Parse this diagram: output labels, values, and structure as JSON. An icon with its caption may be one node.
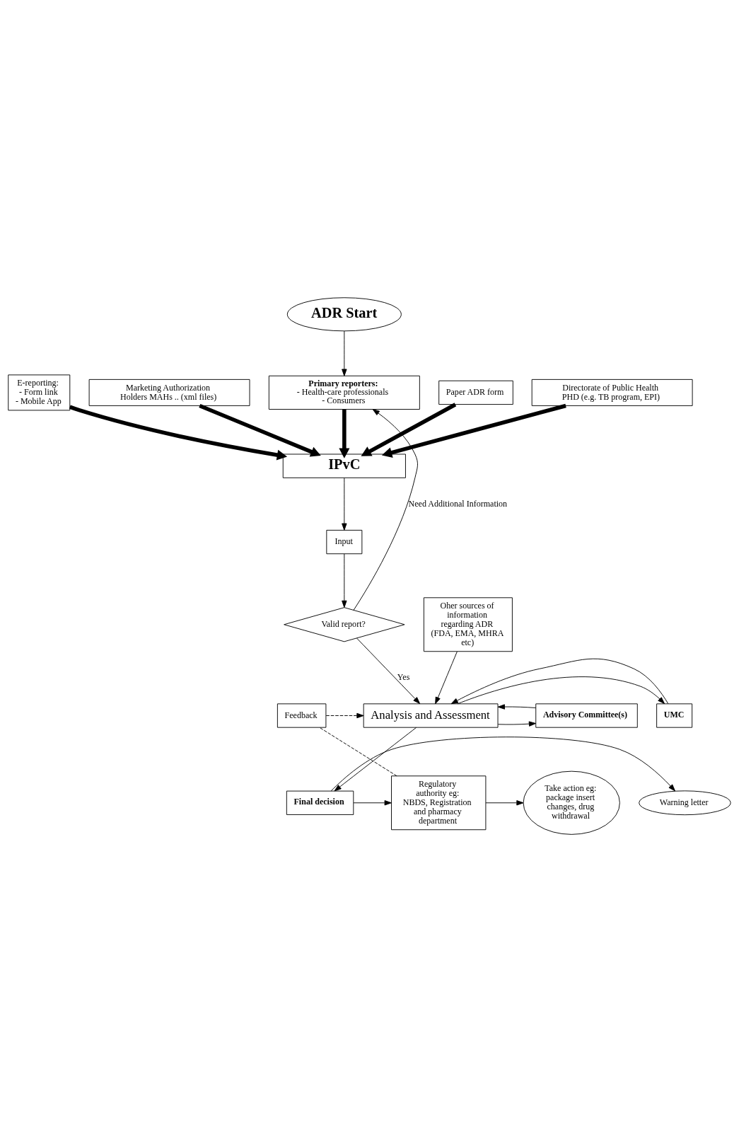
{
  "diagram": {
    "nodes": [
      {
        "text": [
          "ADR Start"
        ]
      },
      {
        "text": [
          "Primary reporters:",
          "- Health-care professionals",
          "- Consumers"
        ]
      },
      {
        "text": [
          "Paper ADR form"
        ]
      },
      {
        "text": [
          "Directorate of Public Health PHD (e.g. TB program, EPI)"
        ]
      },
      {
        "text": [
          "E-reporting:",
          "- Form link",
          "- Mobile App"
        ]
      },
      {
        "text": [
          "Marketing Authorization Holders MAHs .. (xml files)"
        ]
      },
      {
        "text": [
          "IPvC"
        ]
      },
      {
        "text": [
          "Input"
        ]
      },
      {
        "text": [
          "Valid report?"
        ]
      },
      {
        "text": [
          "Oher sources of information regarding ADR (FDA, EMA, MHRA etc)"
        ]
      },
      {
        "text": [
          "Analysis and Assessment"
        ]
      },
      {
        "text": [
          "UMC"
        ]
      },
      {
        "text": [
          "Advisory Committee(s)"
        ]
      },
      {
        "text": [
          "Feedback"
        ]
      },
      {
        "text": [
          "Regulatory authority eg: NBDS, Registration and pharmacy department"
        ]
      },
      {
        "text": [
          "Final decision"
        ]
      },
      {
        "text": [
          "Take action eg: package insert changes, drug withdrawal"
        ]
      },
      {
        "text": [
          "Warning letter"
        ]
      }
    ],
    "edges": [
      {
        "from": 0,
        "to": 1,
        "arrow": "to"
      },
      {
        "from": 1,
        "to": 6,
        "arrow": "to",
        "style": "thick"
      },
      {
        "from": 2,
        "to": 6,
        "arrow": "to",
        "style": "thick"
      },
      {
        "from": 3,
        "to": 6,
        "arrow": "to",
        "style": "thick"
      },
      {
        "from": 4,
        "to": 6,
        "arrow": "to",
        "style": "thick"
      },
      {
        "from": 5,
        "to": 6,
        "arrow": "to",
        "style": "thick"
      },
      {
        "from": 6,
        "to": 7,
        "arrow": "to"
      },
      {
        "from": 7,
        "to": 8,
        "arrow": "to"
      },
      {
        "from": 8,
        "to": 1,
        "arrow": "to",
        "label": "Need Additional Information"
      },
      {
        "from": 8,
        "to": 10,
        "arrow": "to",
        "label": "Yes"
      },
      {
        "from": 9,
        "to": 10,
        "arrow": "to"
      },
      {
        "from": 10,
        "to": 11,
        "arrow": "to"
      },
      {
        "from": 11,
        "to": 10,
        "arrow": "to"
      },
      {
        "from": 10,
        "to": 12,
        "arrow": "to"
      },
      {
        "from": 12,
        "to": 10,
        "arrow": "to"
      },
      {
        "from": 13,
        "to": 10,
        "arrow": "to",
        "style": "dashed"
      },
      {
        "from": 14,
        "to": 13,
        "arrow": "none",
        "style": "dashed"
      },
      {
        "from": 10,
        "to": 15,
        "arrow": "to"
      },
      {
        "from": 15,
        "to": 14,
        "arrow": "to"
      },
      {
        "from": 14,
        "to": 16,
        "arrow": "to"
      },
      {
        "from": 15,
        "to": 17,
        "arrow": "to"
      }
    ]
  }
}
